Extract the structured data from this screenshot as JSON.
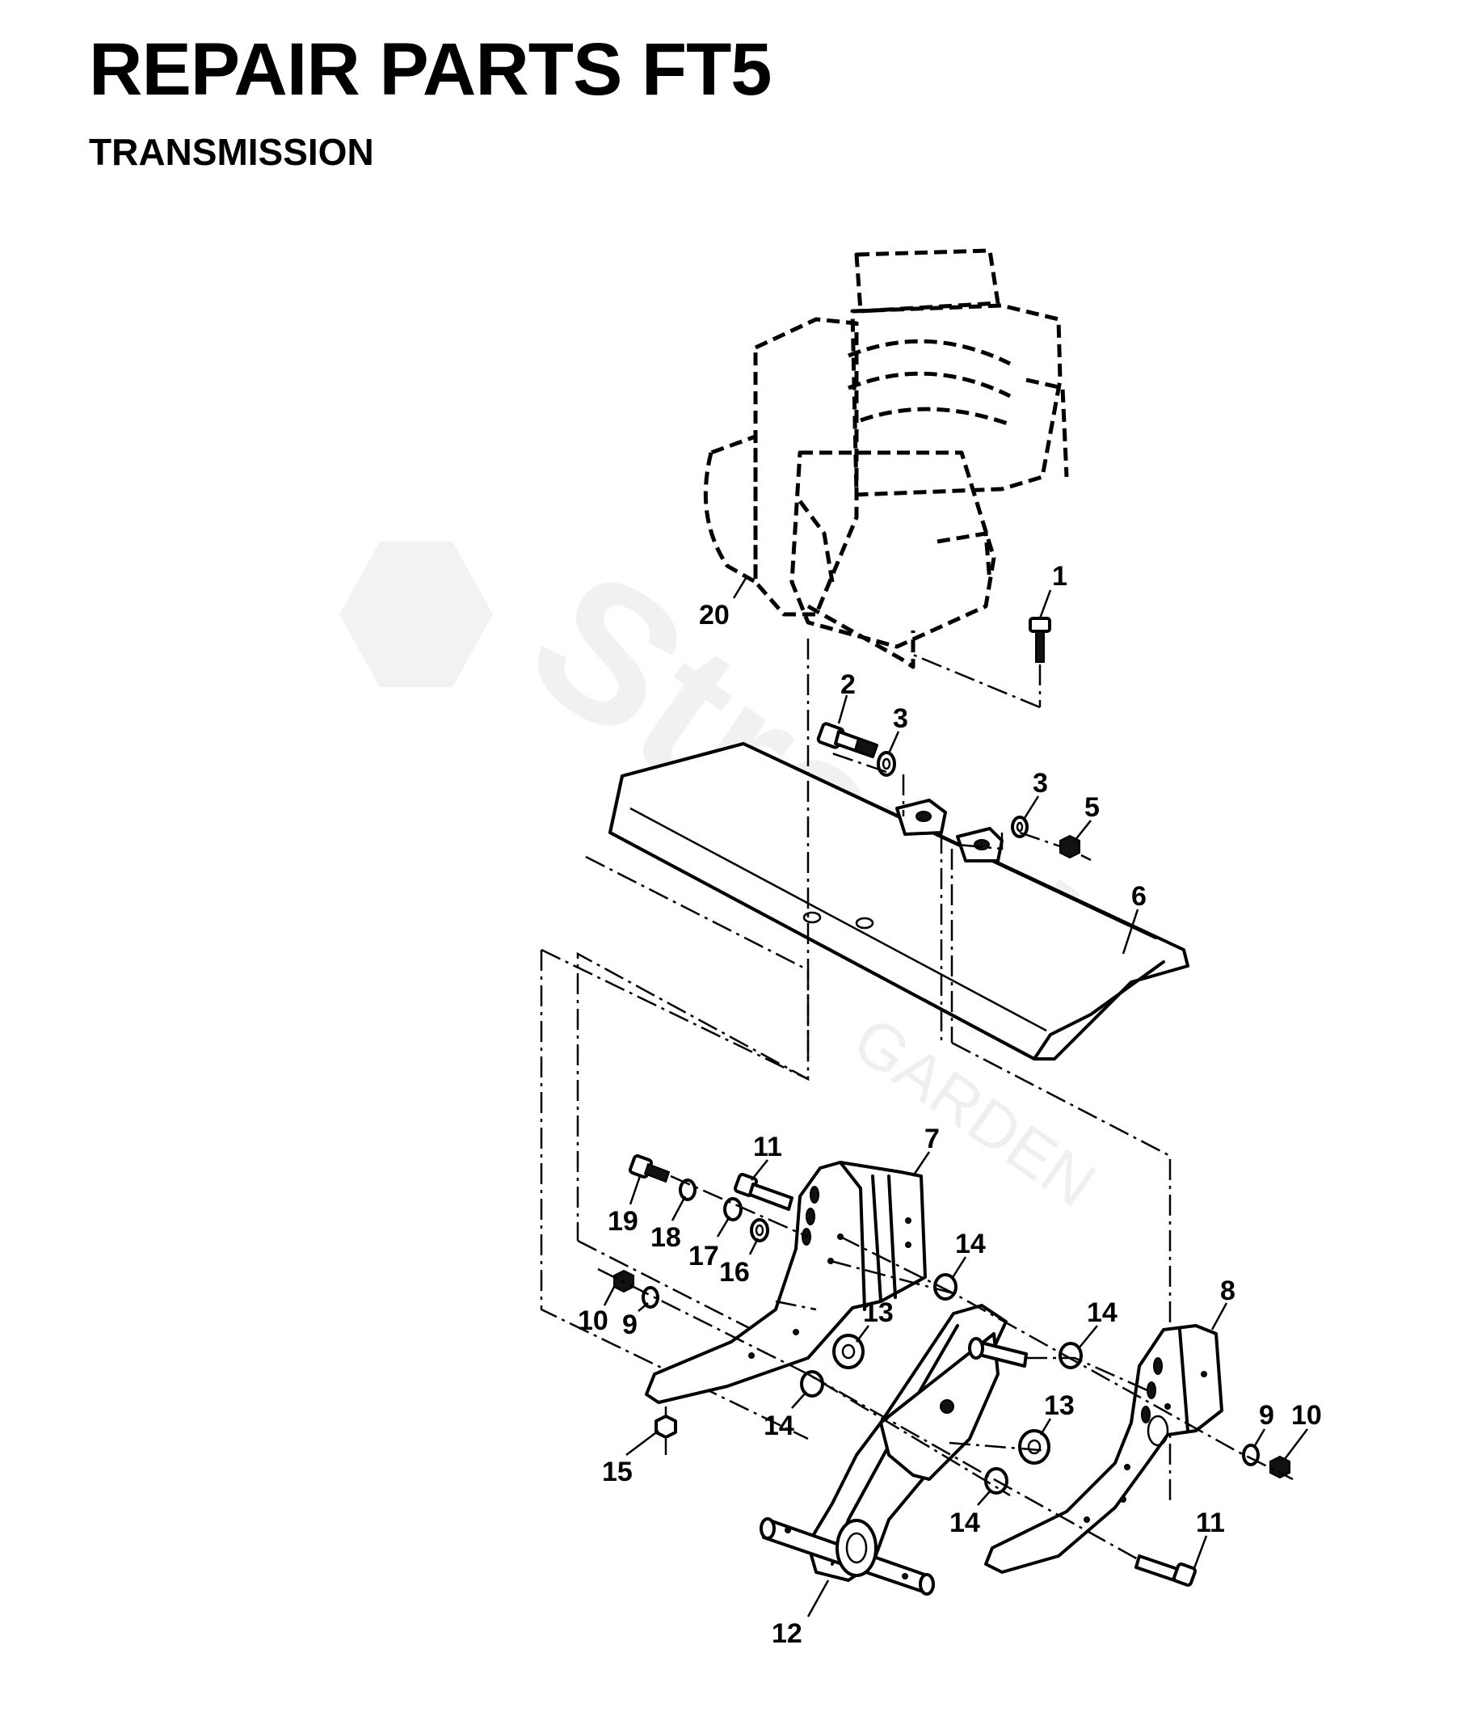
{
  "page": {
    "title": "REPAIR PARTS FT5",
    "subtitle": "TRANSMISSION"
  },
  "watermark": {
    "brand": "Stratek",
    "sub": "GARDEN"
  },
  "callouts": {
    "p1": "1",
    "p2": "2",
    "p3a": "3",
    "p3b": "3",
    "p5": "5",
    "p6": "6",
    "p7": "7",
    "p8": "8",
    "p9a": "9",
    "p9b": "9",
    "p10a": "10",
    "p10b": "10",
    "p11a": "11",
    "p11b": "11",
    "p12": "12",
    "p13a": "13",
    "p13b": "13",
    "p14a": "14",
    "p14b": "14",
    "p14c": "14",
    "p14d": "14",
    "p15": "15",
    "p16": "16",
    "p17": "17",
    "p18": "18",
    "p19": "19",
    "p20": "20"
  }
}
